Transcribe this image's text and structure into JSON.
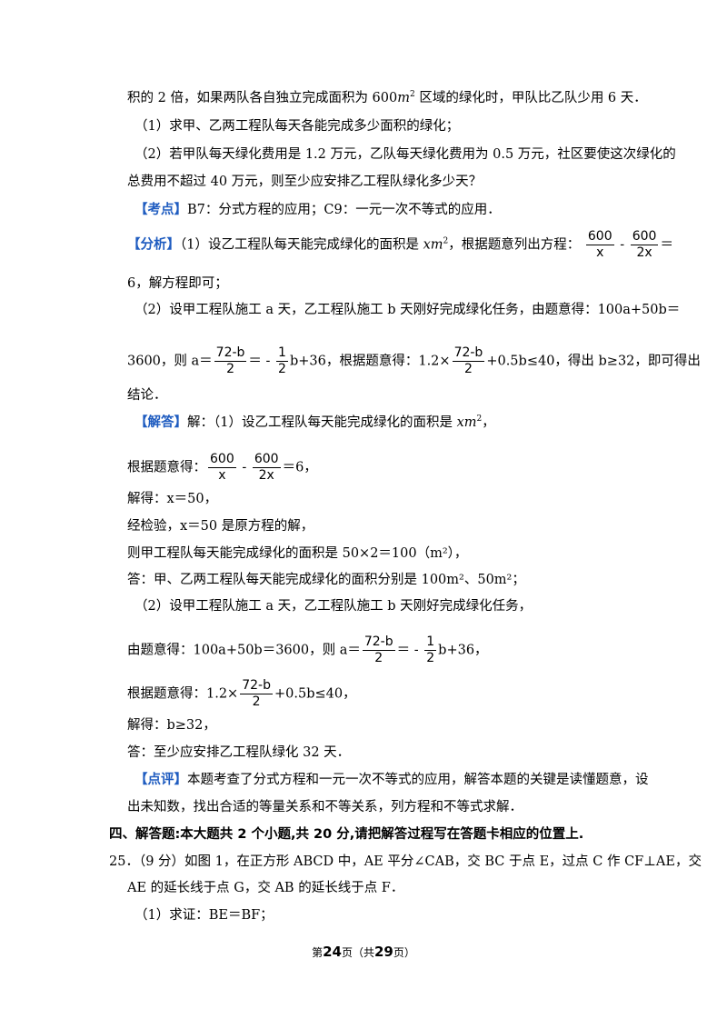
{
  "problem": {
    "intro_tail_a": "积的 2 倍，如果两队各自独立完成面积为 600",
    "intro_tail_b": " 区域的绿化时，甲队比乙队少用 6 天．",
    "q1": "（1）求甲、乙两工程队每天各能完成多少面积的绿化；",
    "q2_line1": "（2）若甲队每天绿化费用是 1.2 万元，乙队每天绿化费用为 0.5 万元，社区要使这次绿化的",
    "q2_line2": "总费用不超过 40 万元，则至少应安排乙工程队绿化多少天？"
  },
  "kaodian": {
    "tag": "【考点】",
    "text": "B7：分式方程的应用；C9：一元一次不等式的应用．"
  },
  "fenxi": {
    "tag": "【分析】",
    "l1_a": "（1）设乙工程队每天能完成绿化的面积是 ",
    "l1_b": "，根据题意列出方程：",
    "l2": "6，解方程即可；",
    "l3": "（2）设甲工程队施工 a 天，乙工程队施工 b 天刚好完成绿化任务，由题意得：100a+50b＝",
    "l4_a": "3600，则 a＝",
    "l4_b": "＝ - ",
    "l4_c": "b+36，根据题意得：1.2×",
    "l4_d": "+0.5b≤40，得出 b≥32，即可得出",
    "l5": "结论．"
  },
  "jieda": {
    "tag": "【解答】",
    "l1_a": "解：（1）设乙工程队每天能完成绿化的面积是 ",
    "l2_a": "根据题意得：",
    "l2_b": "＝6，",
    "l3": "解得：x＝50，",
    "l4": "经检验，x＝50 是原方程的解，",
    "l5": "则甲工程队每天能完成绿化的面积是 50×2＝100（m²），",
    "l6": "答：甲、乙两工程队每天能完成绿化的面积分别是 100m²、50m²；",
    "l7": "（2）设甲工程队施工 a 天，乙工程队施工 b 天刚好完成绿化任务，",
    "l8_a": "由题意得：100a+50b＝3600，则 a＝",
    "l8_b": "＝ - ",
    "l8_c": "b+36，",
    "l9_a": "根据题意得：1.2×",
    "l9_b": "+0.5b≤40，",
    "l10": "解得：b≥32，",
    "l11": "答：至少应安排乙工程队绿化 32 天．"
  },
  "dianping": {
    "tag": "【点评】",
    "l1": "本题考查了分式方程和一元一次不等式的应用，解答本题的关键是读懂题意，设",
    "l2": "出未知数，找出合适的等量关系和不等关系，列方程和不等式求解．"
  },
  "fractions": {
    "f600x_num": "600",
    "f600x_den": "x",
    "f6002x_num": "600",
    "f6002x_den": "2x",
    "f72b_num": "72-b",
    "f72b_den": "2",
    "half_num": "1",
    "half_den": "2",
    "minus": " - "
  },
  "section4": "四、解答题:本大题共 2 个小题,共 20 分,请把解答过程写在答题卡相应的位置上.",
  "p25": {
    "l1": "25．（9 分）如图 1，在正方形 ABCD 中，AE 平分∠CAB，交 BC 于点 E，过点 C 作 CF⊥AE，交",
    "l2": "AE 的延长线于点 G，交 AB 的延长线于点 F．",
    "l3": "（1）求证：BE＝BF；"
  },
  "units": {
    "m": "m",
    "sq": "2",
    "xm": "xm"
  },
  "footer": {
    "pre": "第",
    "page": "24",
    "mid": "页（共",
    "total": "29",
    "post": "页）"
  }
}
